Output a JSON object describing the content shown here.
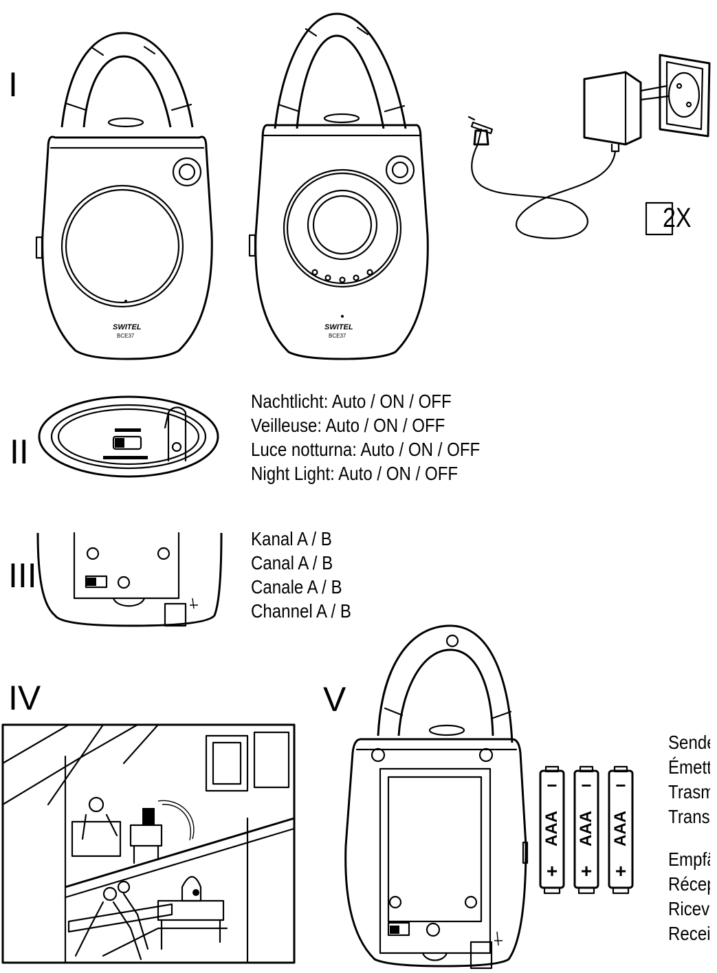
{
  "section_labels": {
    "s1": "I",
    "s2": "II",
    "s3": "III",
    "s4": "IV",
    "s5": "V"
  },
  "device_brand": "SWITEL",
  "device_model": "BCE37",
  "adapter_quantity": "2X",
  "night_light_captions": [
    "Nachtlicht: Auto / ON / OFF",
    "Veilleuse: Auto / ON / OFF",
    "Luce notturna: Auto / ON / OFF",
    "Night Light: Auto / ON / OFF"
  ],
  "channel_captions": [
    "Kanal A / B",
    "Canal A / B",
    "Canale A / B",
    "Channel A / B"
  ],
  "battery_label": "AAA",
  "battery_plus": "+",
  "battery_minus": "−",
  "unit_captions_visible": {
    "transmitter": [
      "Sende",
      "Émett",
      "Trasm",
      "Trans"
    ],
    "receiver": [
      "Empfä",
      "Récep",
      "Ricev",
      "Recei"
    ]
  }
}
